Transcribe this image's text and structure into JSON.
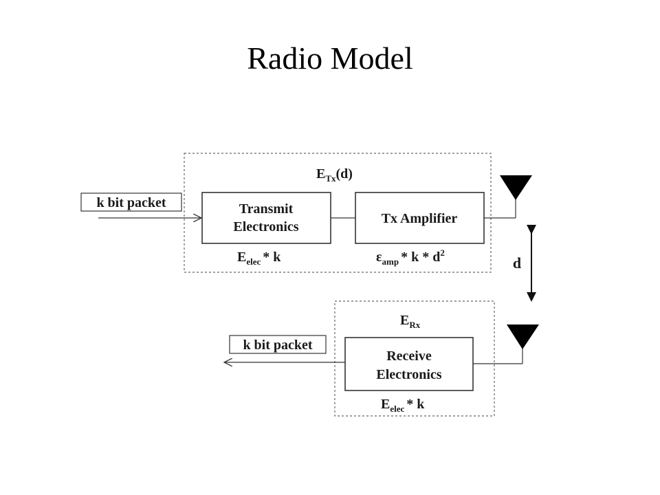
{
  "title": "Radio Model",
  "transmitter": {
    "energy_label": {
      "base": "E",
      "sub": "Tx",
      "rest": "(d)"
    },
    "input_packet": "k bit packet",
    "electronics": {
      "line1": "Transmit",
      "line2": "Electronics"
    },
    "electronics_cost": {
      "base": "E",
      "sub": "elec",
      "rest": "* k"
    },
    "amplifier": "Tx Amplifier",
    "amplifier_cost": {
      "base": "ε",
      "sub": "amp",
      "rest": "* k * d",
      "sup": "2"
    }
  },
  "distance_label": "d",
  "receiver": {
    "energy_label": {
      "base": "E",
      "sub": "Rx"
    },
    "output_packet": "k bit packet",
    "electronics": {
      "line1": "Receive",
      "line2": "Electronics"
    },
    "electronics_cost": {
      "base": "E",
      "sub": "elec",
      "rest": "* k"
    }
  }
}
